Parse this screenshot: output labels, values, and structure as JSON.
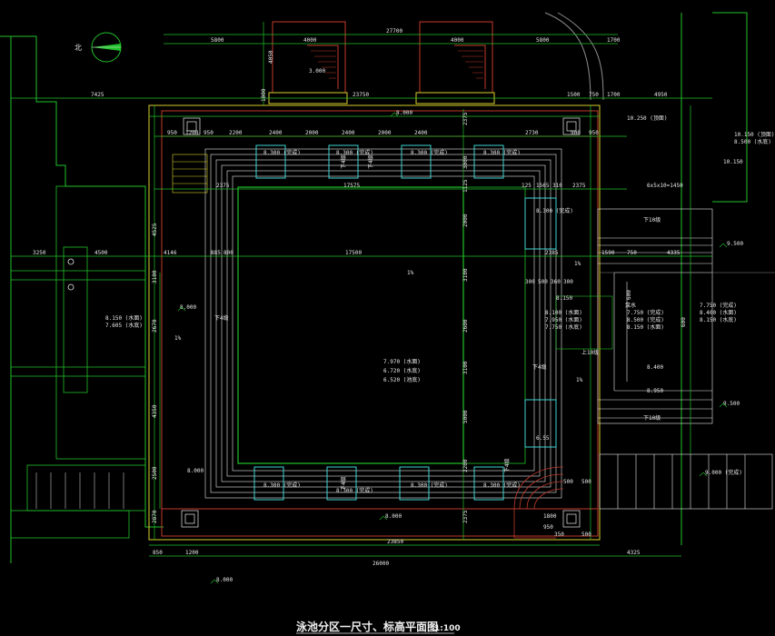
{
  "colors": {
    "background": "#000000",
    "green": "#21c12a",
    "yellow": "#d8cf2b",
    "red": "#c23a2b",
    "white": "#e8e8e8",
    "cyan": "#3fd4d4",
    "grey": "#8c8c8c"
  },
  "title": "泳池分区一尺寸、标高平面图",
  "scale": "1:100",
  "north_label": "北",
  "icons": {
    "north_arrow": "north-arrow-icon"
  },
  "dimensions": {
    "top_total": "27700",
    "top_row": [
      "5800",
      "4000",
      "4000",
      "5800",
      "1700"
    ],
    "left_overall": "7425",
    "mid_overall": "23750",
    "right_small": [
      "1500",
      "750",
      "1700"
    ],
    "right_overall": "4950",
    "pool_top_row": [
      "950",
      "1200",
      "950",
      "2200",
      "2400",
      "2000",
      "2400",
      "2000",
      "2400",
      "2730",
      "900",
      "950"
    ],
    "pool_width": "17575",
    "pool_inner_width": "17500",
    "left_row": [
      "3250",
      "4500",
      "4146",
      "885",
      "800"
    ],
    "side_row": [
      "125",
      "1565",
      "310",
      "2375"
    ],
    "right_col": [
      "2385",
      "1590",
      "750",
      "4335"
    ],
    "vertical_right": [
      "2375",
      "3000",
      "1125",
      "2000",
      "3100",
      "2600",
      "3100",
      "5000",
      "2200",
      "2375"
    ],
    "vertical_left": [
      "4050",
      "1000",
      "4525",
      "3100",
      "2670",
      "4350",
      "2500",
      "2870"
    ],
    "cut_dims": [
      "300",
      "500",
      "360",
      "300"
    ],
    "dim_6x10": "6x5x10=1450",
    "bottom_row": [
      "850",
      "1200"
    ],
    "bottom_inner": "23850",
    "bottom_total": "26000",
    "bottom_right": "4325",
    "bottom_small": [
      "500",
      "500",
      "1800",
      "950",
      "350",
      "500"
    ],
    "step_dims": [
      "600",
      "600"
    ]
  },
  "levels": [
    "8.000",
    "8.300 (完成)",
    "8.300 (完成)",
    "8.300 (完成)",
    "8.300 (完成)",
    "8.300 (完成)",
    "8.300 (完成)",
    "8.300 (完成)",
    "8.300 (完成)",
    "8.300 (完成)",
    "8.150 (水面)",
    "7.605 (水底)",
    "8.000",
    "8.000",
    "8.150",
    "7.970 (水面)",
    "6.720 (水底)",
    "6.520 (池底)",
    "8.100 (水面)",
    "7.950 (水面)",
    "7.750 (水底)",
    "7.750 (完成)",
    "8.500 (完成)",
    "8.150 (水面)",
    "10.150 (顶面)",
    "8.500 (水底)",
    "10.250 (顶面)",
    "10.150",
    "9.500",
    "7.750 (完成)",
    "8.400 (水面)",
    "8.150 (水底)",
    "8.400",
    "8.950",
    "9.500",
    "9.000 (完成)",
    "6.55",
    "8.000",
    "8.000"
  ],
  "stair_labels": [
    "下4级",
    "下4级",
    "下4级",
    "下4级",
    "下4级",
    "下4级",
    "下10级",
    "下10级",
    "上10级"
  ],
  "slope_labels": [
    "1%",
    "1%",
    "1%",
    "1%"
  ],
  "notes": [
    "泵水",
    "3.000"
  ]
}
